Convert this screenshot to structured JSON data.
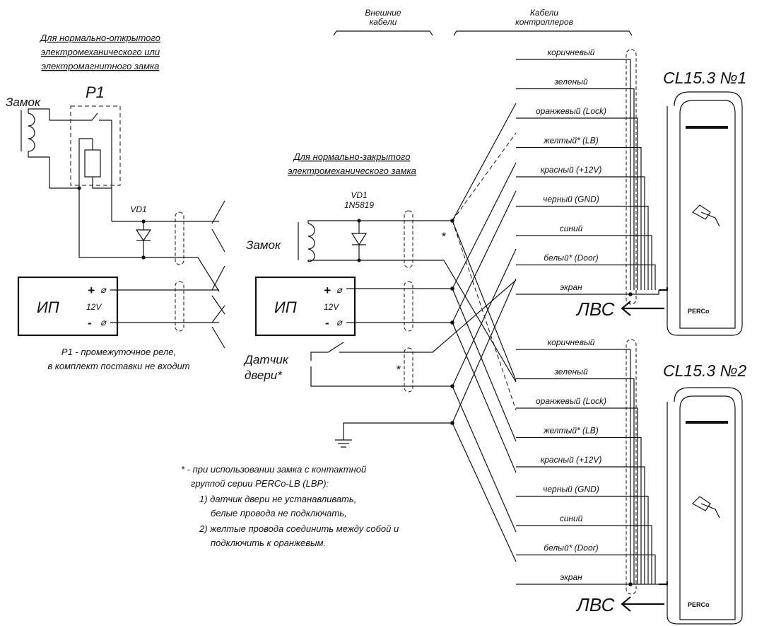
{
  "header": {
    "external_cables": [
      "Внешние",
      "кабели"
    ],
    "controller_cables": [
      "Кабели",
      "контроллеров"
    ]
  },
  "left_circuit": {
    "title": [
      "Для нормально-открытого",
      "электромеханического или",
      "электромагнитного замка"
    ],
    "lock_label": "Замок",
    "relay_label": "Р1",
    "diode_label": "VD1",
    "psu_label": "ИП",
    "plus": "+",
    "minus": "-",
    "voltage": "12V",
    "note": [
      "Р1 - промежуточное реле,",
      "в комплект поставки не входит"
    ]
  },
  "middle_circuit": {
    "title": [
      "Для нормально-закрытого",
      "электромеханического замка"
    ],
    "diode_label": "VD1",
    "diode_part": "1N5819",
    "lock_label": "Замок",
    "psu_label": "ИП",
    "plus": "+",
    "minus": "-",
    "voltage": "12V",
    "door_sensor": [
      "Датчик",
      "двери*"
    ],
    "asterisk": "*"
  },
  "controllers": [
    {
      "name": "CL15.3 №1",
      "brand": "PERCo",
      "lan": "ЛВС"
    },
    {
      "name": "CL15.3 №2",
      "brand": "PERCo",
      "lan": "ЛВС"
    }
  ],
  "wires": [
    "коричневый",
    "зеленый",
    "оранжевый (Lock)",
    "желтый*  (LB)",
    "красный (+12V)",
    "черный (GND)",
    "синий",
    "белый*  (Door)",
    "экран"
  ],
  "footnote": [
    "* - при использовании замка с контактной",
    "группой серии PERCo-LB (LBP):",
    "1) датчик двери не устанавливать,",
    "белые провода не подключать,",
    "2) желтые провода соединить между собой и",
    "подключить к оранжевым."
  ]
}
